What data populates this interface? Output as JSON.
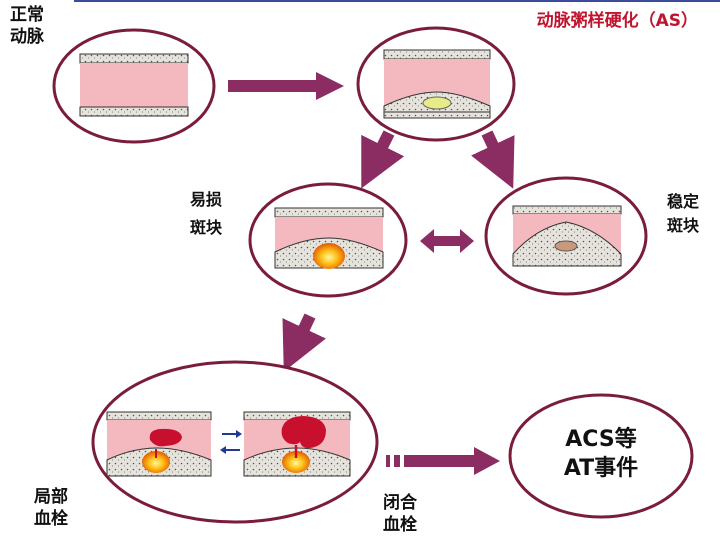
{
  "title": "动脉粥样硬化（AS）",
  "labels": {
    "normal_line1": "正常",
    "normal_line2": "动脉",
    "vulnerable_line1": "易损",
    "vulnerable_line2": "斑块",
    "stable_line1": "稳定",
    "stable_line2": "斑块",
    "local_line1": "局部",
    "local_line2": "血栓",
    "occlusive_line1": "闭合",
    "occlusive_line2": "血栓"
  },
  "outcome": {
    "line1": "ACS等",
    "line2": "AT事件"
  },
  "colors": {
    "ellipse_stroke": "#7a1c3c",
    "arrow": "#8b2d63",
    "lumen": "#f4b8bf",
    "wall": "#e6e3dd",
    "plaque_fill": "#dcd8d0",
    "lipid_core_early": "#e8ec86",
    "stable_core": "#c89a7a",
    "vulnerable_core": "#ffd23a",
    "thrombus": "#c8102e",
    "title": "#c0152f",
    "small_arrow": "#1f3a93"
  }
}
